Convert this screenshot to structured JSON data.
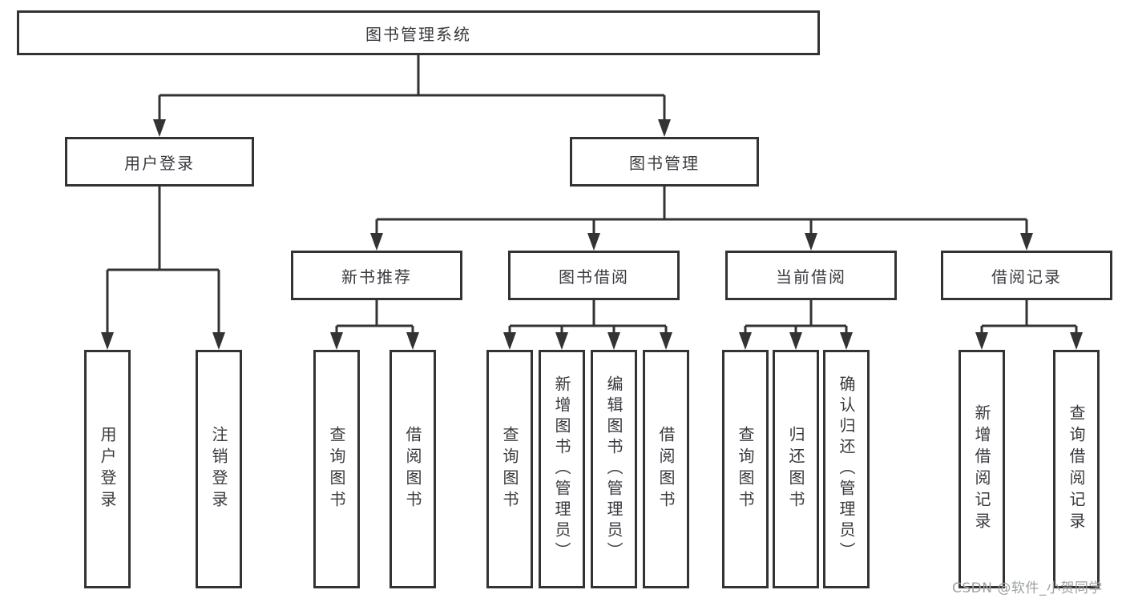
{
  "diagram": {
    "watermark": "CSDN @软件_小贺同学",
    "colors": {
      "line": "#333333",
      "box_border": "#333333",
      "box_fill": "#ffffff",
      "text": "#3a3a40",
      "watermark_text": "#9da0a3"
    },
    "tree": {
      "label": "图书管理系统",
      "children": [
        {
          "label": "用户登录",
          "children": [
            {
              "label": "用户登录"
            },
            {
              "label": "注销登录"
            }
          ]
        },
        {
          "label": "图书管理",
          "children": [
            {
              "label": "新书推荐",
              "children": [
                {
                  "label": "查询图书"
                },
                {
                  "label": "借阅图书"
                }
              ]
            },
            {
              "label": "图书借阅",
              "children": [
                {
                  "label": "查询图书"
                },
                {
                  "label": "新增图书（管理员）"
                },
                {
                  "label": "编辑图书（管理员）"
                },
                {
                  "label": "借阅图书"
                }
              ]
            },
            {
              "label": "当前借阅",
              "children": [
                {
                  "label": "查询图书"
                },
                {
                  "label": "归还图书"
                },
                {
                  "label": "确认归还（管理员）"
                }
              ]
            },
            {
              "label": "借阅记录",
              "children": [
                {
                  "label": "新增借阅记录"
                },
                {
                  "label": "查询借阅记录"
                }
              ]
            }
          ]
        }
      ]
    }
  }
}
